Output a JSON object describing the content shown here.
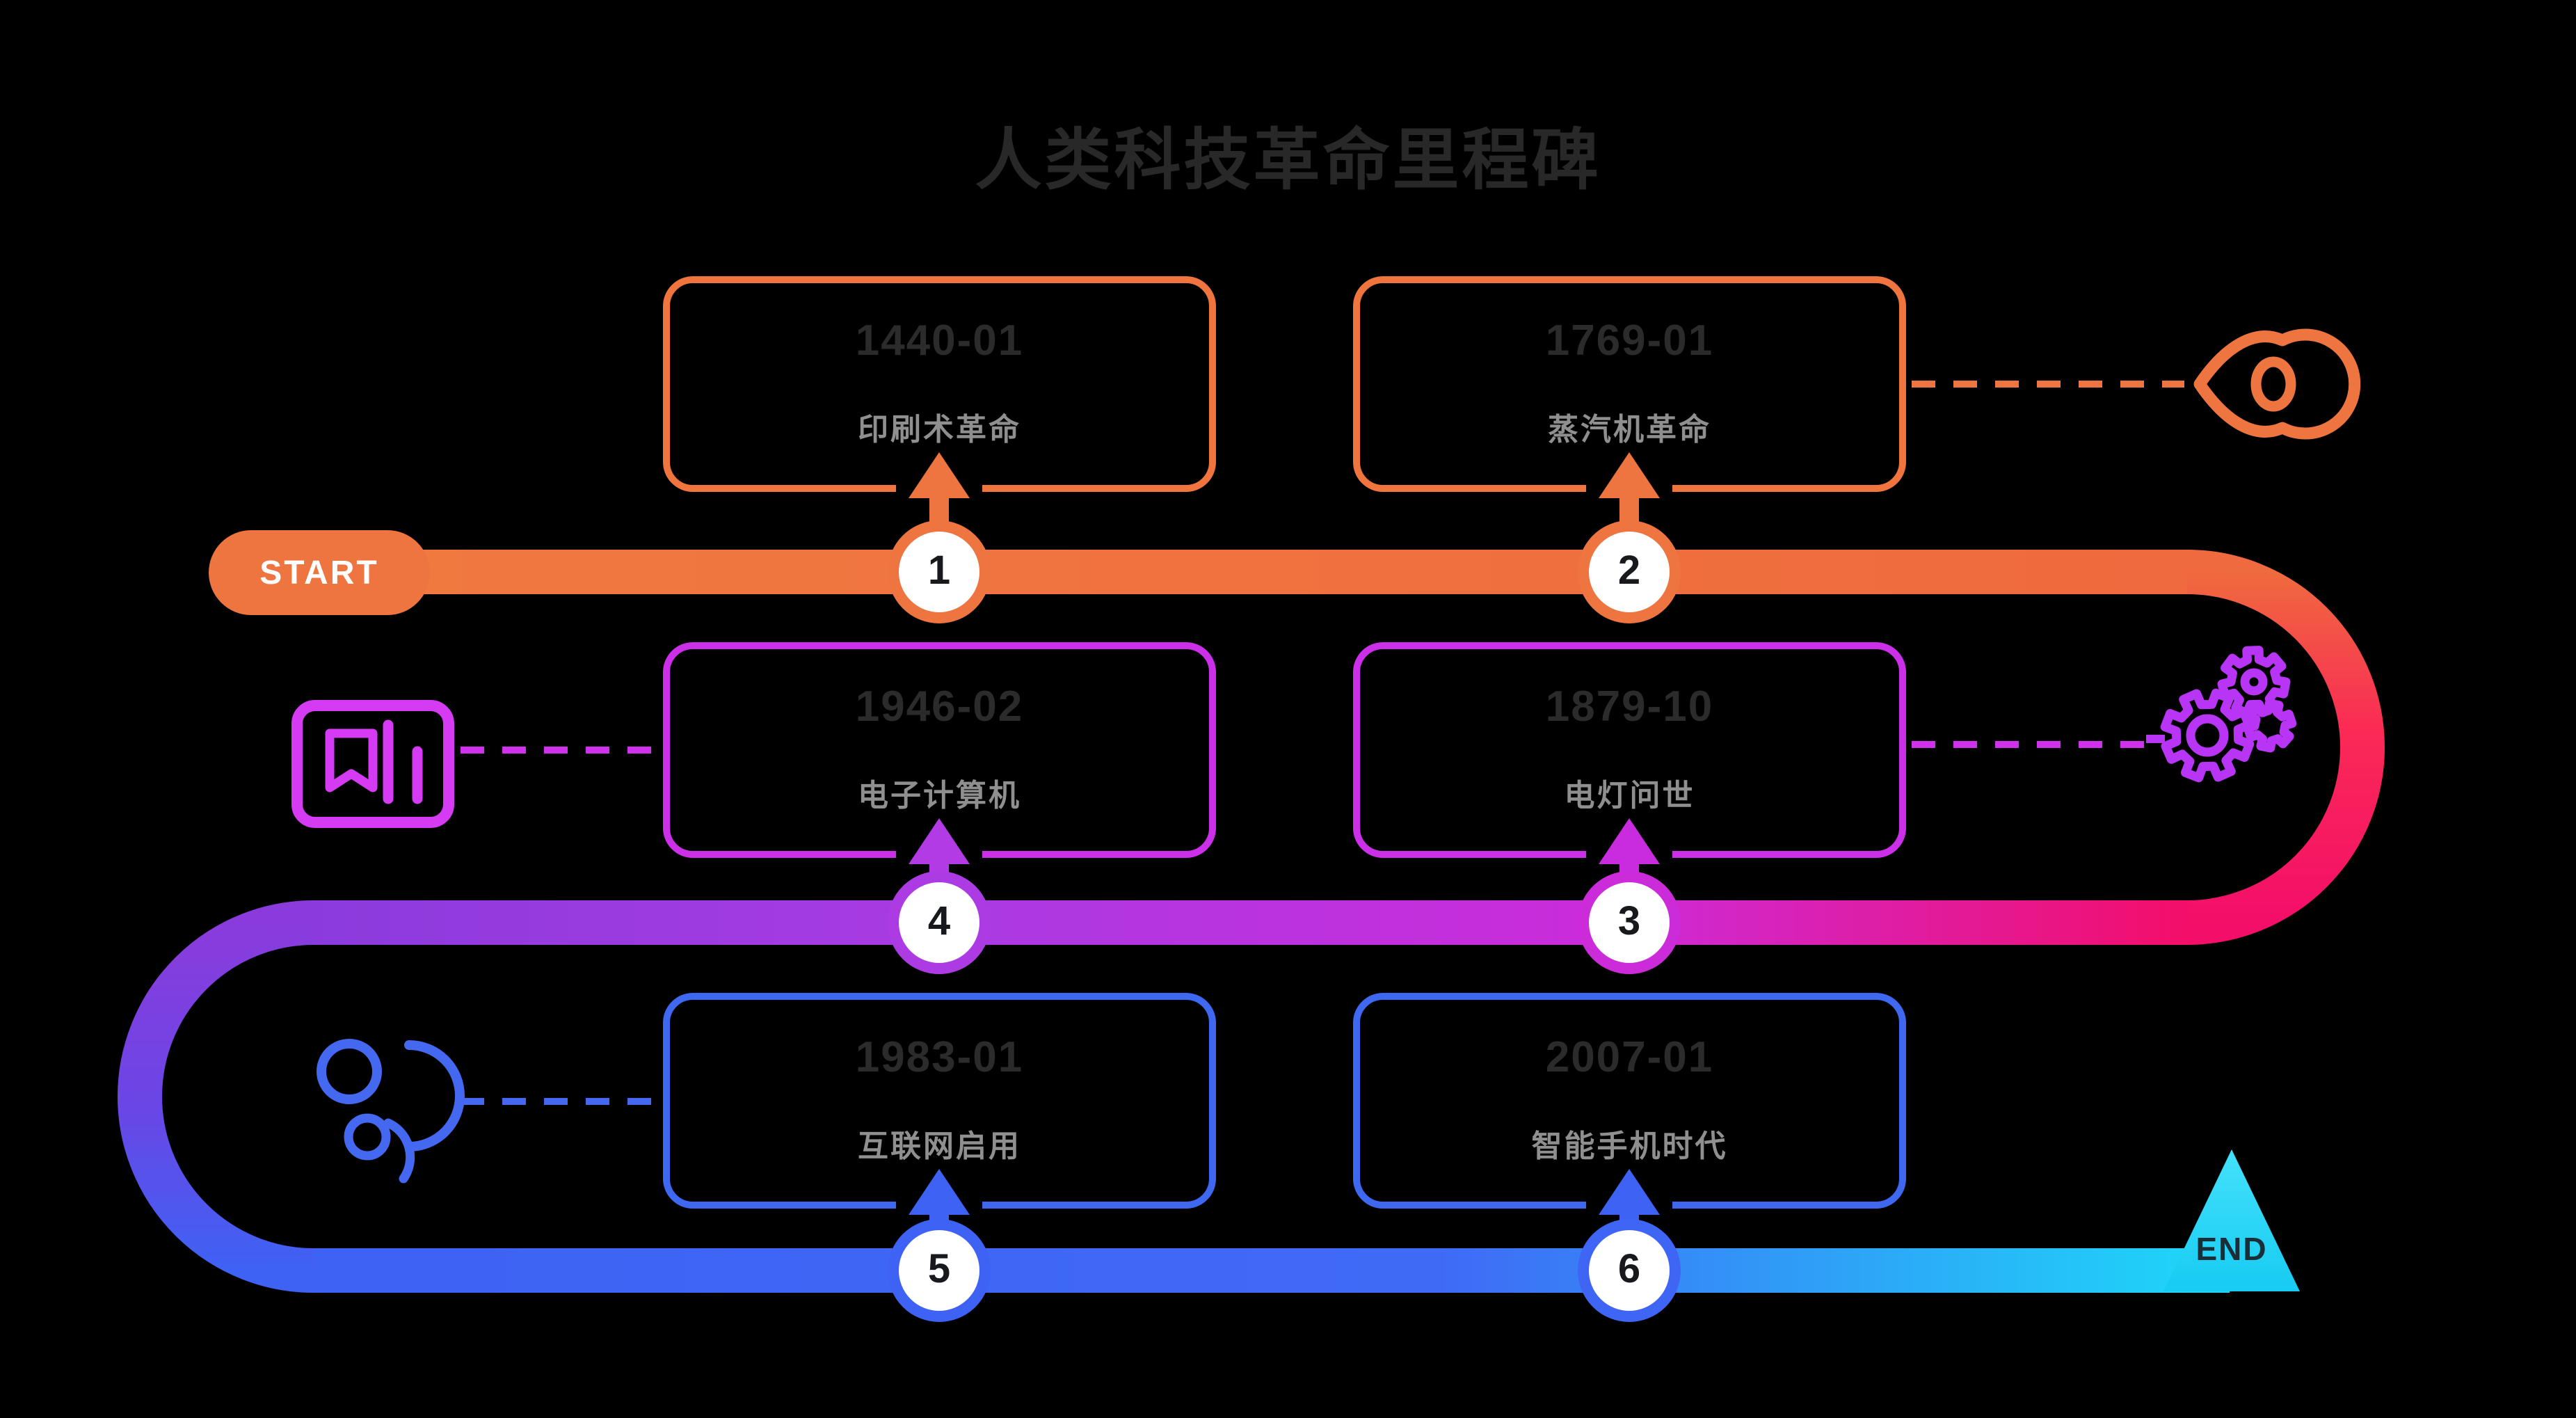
{
  "title": "人类科技革命里程碑",
  "timeline": {
    "start_label": "START",
    "end_label": "END",
    "milestones": [
      {
        "number": "1",
        "date": "1440-01",
        "label": "印刷术革命"
      },
      {
        "number": "2",
        "date": "1769-01",
        "label": "蒸汽机革命"
      },
      {
        "number": "3",
        "date": "1879-10",
        "label": "电灯问世"
      },
      {
        "number": "4",
        "date": "1946-02",
        "label": "电子计算机"
      },
      {
        "number": "5",
        "date": "1983-01",
        "label": "互联网启用"
      },
      {
        "number": "6",
        "date": "2007-01",
        "label": "智能手机时代"
      }
    ]
  },
  "icons": {
    "row1_right": "location-pin-icon",
    "row2_right": "gears-icon",
    "row2_left": "certificate-icon",
    "row3_left": "people-icon"
  },
  "colors": {
    "background": "#000000",
    "orange": "#ee7540",
    "pink": "#f30e69",
    "magenta": "#cb2fe8",
    "purple": "#8b3bdc",
    "blue": "#3e62f4",
    "cyan": "#1fd4f8",
    "card_date_text": "#2b2b2b",
    "card_label_text": "#8f8f8f",
    "node_number_text": "#17191c",
    "title_text": "#282828"
  }
}
